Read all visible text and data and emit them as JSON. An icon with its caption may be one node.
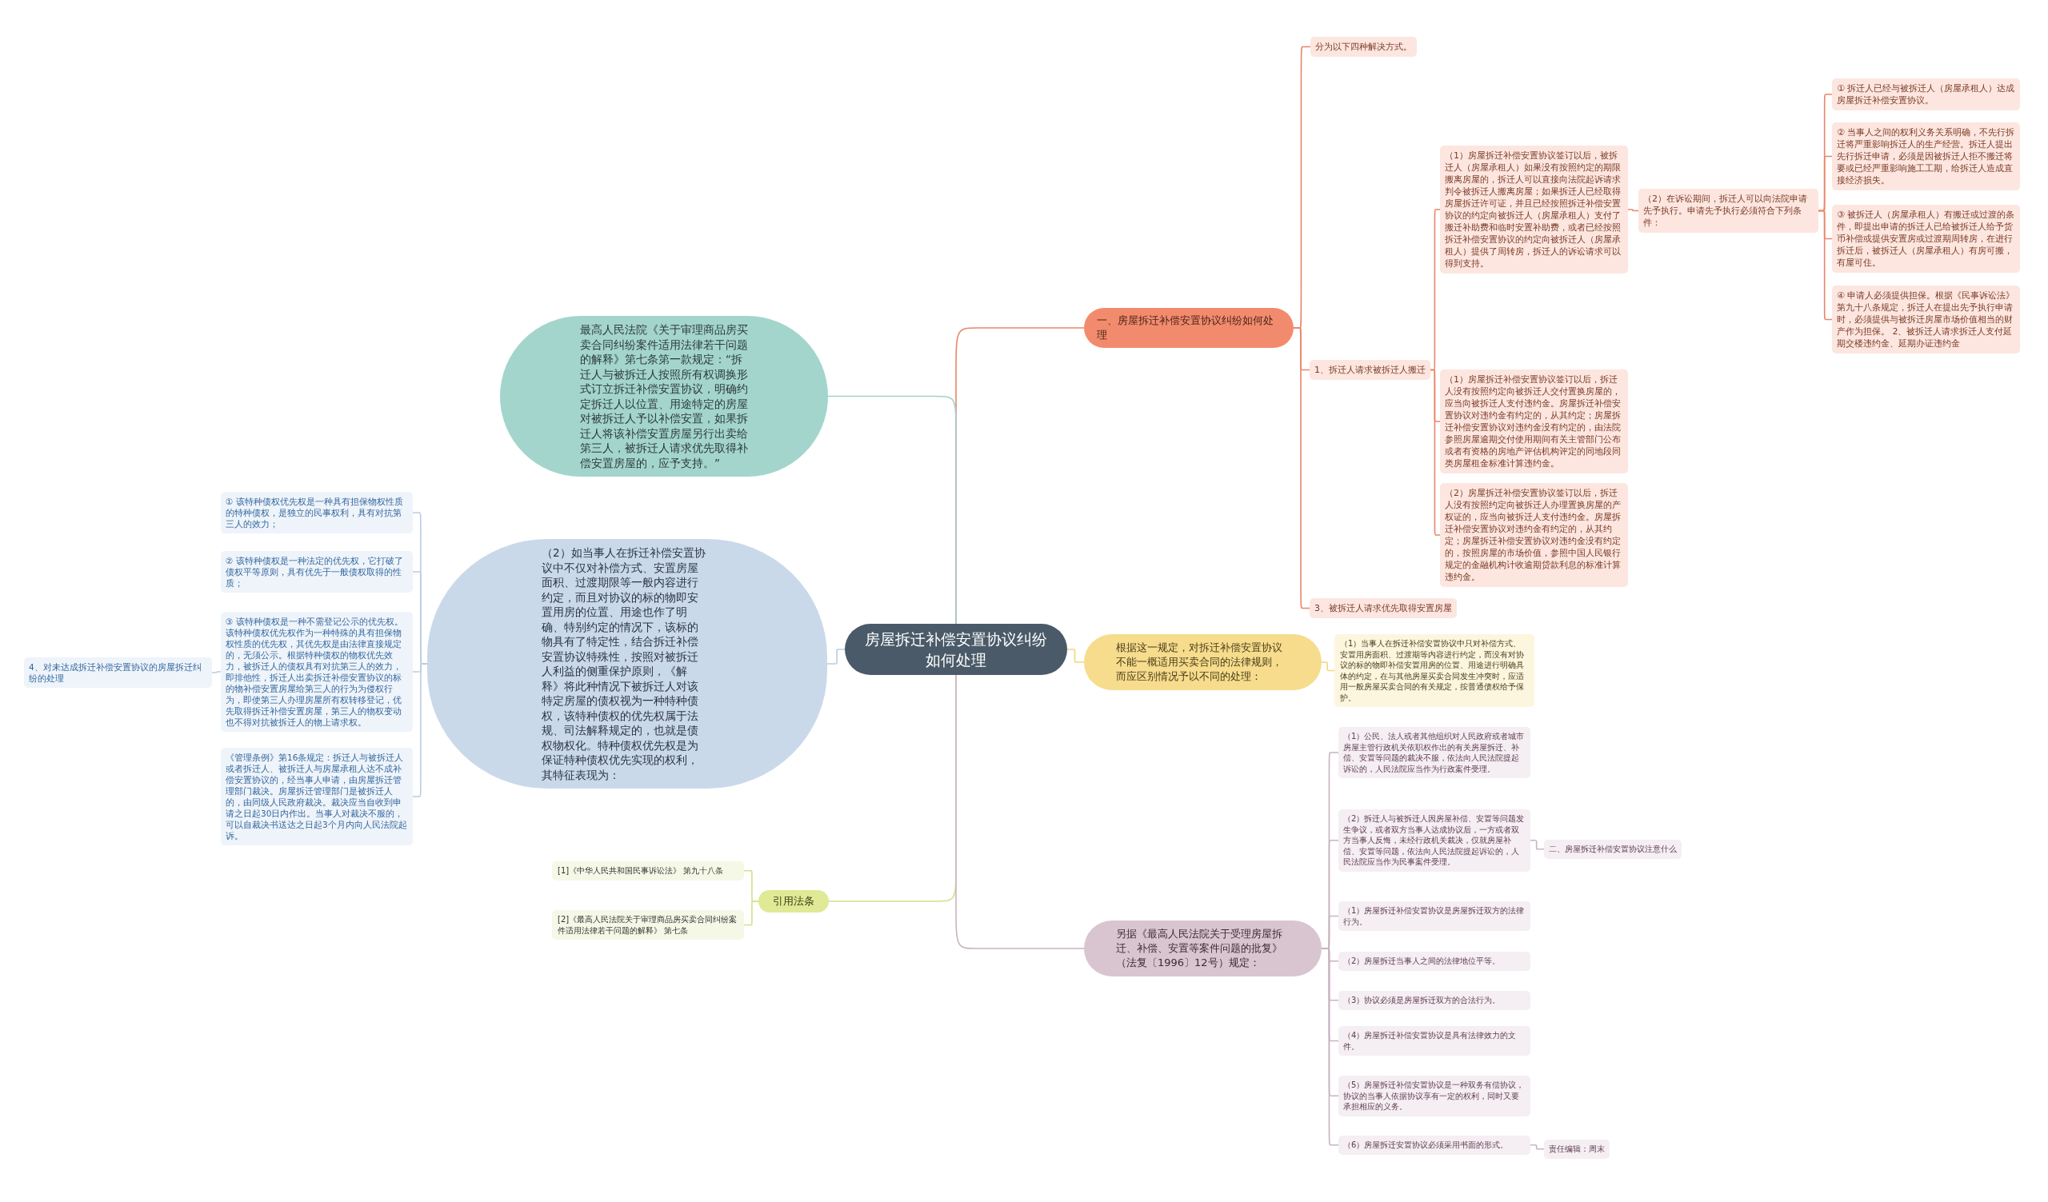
{
  "diagram": {
    "nodes": [
      {
        "text": [
          "房屋拆迁补偿安置协议纠纷如何处理"
        ]
      },
      {
        "text": [
          "一、房屋拆迁补偿安置协议纠纷如何处理"
        ]
      },
      {
        "text": [
          "分为以下四种解决方式。"
        ]
      },
      {
        "text": [
          "1、拆迁人请求被拆迁人搬迁"
        ]
      },
      {
        "text": [
          "（1）房屋拆迁补偿安置协议签订以后，被拆迁人（房屋承租人）如果没有按照约定的期限搬离房屋的，拆迁人可以直接向法院起诉请求判令被拆迁人搬离房屋；如果拆迁人已经取得房屋拆迁许可证，并且已经按照拆迁补偿安置协议的约定向被拆迁人（房屋承租人）支付了搬迁补助费和临时安置补助费，或者已经按照拆迁补偿安置协议的约定向被拆迁人（房屋承租人）提供了周转房，拆迁人的诉讼请求可以得到支持。"
        ]
      },
      {
        "text": [
          "（2）在诉讼期间，拆迁人可以向法院申请先予执行。申请先予执行必须符合下列条件："
        ]
      },
      {
        "text": [
          "① 拆迁人已经与被拆迁人（房屋承租人）达成房屋拆迁补偿安置协议。"
        ]
      },
      {
        "text": [
          "② 当事人之间的权利义务关系明确，不先行拆迁将严重影响拆迁人的生产经营。拆迁人提出先行拆迁申请，必须是因被拆迁人拒不搬迁将要或已经严重影响施工工期，给拆迁人造成直接经济损失。"
        ]
      },
      {
        "text": [
          "③ 被拆迁人（房屋承租人）有搬迁或过渡的条件，即提出申请的拆迁人已给被拆迁人给予货币补偿或提供安置房或过渡期周转房，在进行拆迁后，被拆迁人（房屋承租人）有房可搬，有屋可住。"
        ]
      },
      {
        "text": [
          "④ 申请人必须提供担保。根据《民事诉讼法》第九十八条规定，拆迁人在提出先予执行申请时，必须提供与被拆迁房屋市场价值相当的财产作为担保。 2、被拆迁人请求拆迁人支付延期交楼违约金、延期办证违约金"
        ]
      },
      {
        "text": [
          "（1）房屋拆迁补偿安置协议签订以后，拆迁人没有按照约定向被拆迁人交付置换房屋的，应当向被拆迁人支付违约金。房屋拆迁补偿安置协议对违约金有约定的，从其约定；房屋拆迁补偿安置协议对违约金没有约定的，由法院参照房屋逾期交付使用期间有关主管部门公布或者有资格的房地产评估机构评定的同地段同类房屋租金标准计算违约金。"
        ]
      },
      {
        "text": [
          "（2）房屋拆迁补偿安置协议签订以后，拆迁人没有按照约定向被拆迁人办理置换房屋的产权证的，应当向被拆迁人支付违约金。房屋拆迁补偿安置协议对违约金有约定的，从其约定；房屋拆迁补偿安置协议对违约金没有约定的，按照房屋的市场价值，参照中国人民银行规定的金融机构计收逾期贷款利息的标准计算违约金。"
        ]
      },
      {
        "text": [
          "3、被拆迁人请求优先取得安置房屋"
        ]
      },
      {
        "text": [
          "最高人民法院《关于审理商品房买卖合同纠纷案件适用法律若干问题的解释》第七条第一款规定：“拆迁人与被拆迁人按照所有权调换形式订立拆迁补偿安置协议，明确约定拆迁人以位置、用途特定的房屋对被拆迁人予以补偿安置，如果拆迁人将该补偿安置房屋另行出卖给第三人，被拆迁人请求优先取得补偿安置房屋的，应予支持。”"
        ]
      },
      {
        "text": [
          "（2）如当事人在拆迁补偿安置协议中不仅对补偿方式、安置房屋面积、过渡期限等一般内容进行约定，而且对协议的标的物即安置用房的位置、用途也作了明确、特别约定的情况下，该标的物具有了特定性，结合拆迁补偿安置协议特殊性，按照对被拆迁人利益的侧重保护原则，《解释》将此种情况下被拆迁人对该特定房屋的债权视为一种特种债权，该特种债权的优先权属于法规、司法解释规定的，也就是债权物权化。特种债权优先权是为保证特种债权优先实现的权利，其特征表现为："
        ]
      },
      {
        "text": [
          "① 该特种债权优先权是一种具有担保物权性质的特种债权，是独立的民事权利，具有对抗第三人的效力；"
        ]
      },
      {
        "text": [
          "② 该特种债权是一种法定的优先权，它打破了债权平等原则，具有优先于一般债权取得的性质；"
        ]
      },
      {
        "text": [
          "③ 该特种债权是一种不需登记公示的优先权。该特种债权优先权作为一种特殊的具有担保物权性质的优先权，其优先权是由法律直接规定的，无须公示。根据特种债权的物权优先效力，被拆迁人的债权具有对抗第三人的效力，即排他性，拆迁人出卖拆迁补偿安置协议的标的物补偿安置房屋给第三人的行为为侵权行为，即使第三人办理房屋所有权转移登记，优先取得拆迁补偿安置房屋，第三人的物权变动也不得对抗被拆迁人的物上请求权。"
        ]
      },
      {
        "text": [
          "4、对未达成拆迁补偿安置协议的房屋拆迁纠纷的处理"
        ]
      },
      {
        "text": [
          "《管理条例》第16条规定：拆迁人与被拆迁人或者拆迁人、被拆迁人与房屋承租人达不成补偿安置协议的，经当事人申请，由房屋拆迁管理部门裁决。房屋拆迁管理部门是被拆迁人的，由同级人民政府裁决。裁决应当自收到申请之日起30日内作出。当事人对裁决不服的，可以自裁决书送达之日起3个月内向人民法院起诉。"
        ]
      },
      {
        "text": [
          "引用法条"
        ]
      },
      {
        "text": [
          "[1]《中华人民共和国民事诉讼法》 第九十八条"
        ]
      },
      {
        "text": [
          "[2]《最高人民法院关于审理商品房买卖合同纠纷案件适用法律若干问题的解释》 第七条"
        ]
      },
      {
        "text": [
          "根据这一规定，对拆迁补偿安置协议不能一概适用买卖合同的法律规则，而应区别情况予以不同的处理："
        ]
      },
      {
        "text": [
          "（1）当事人在拆迁补偿安置协议中只对补偿方式、安置用房面积、过渡期等内容进行约定，而没有对协议的标的物即补偿安置用房的位置、用途进行明确具体的约定，在与其他房屋买卖合同发生冲突时，应适用一般房屋买卖合同的有关规定，按普通债权给予保护。"
        ]
      },
      {
        "text": [
          "另据《最高人民法院关于受理房屋拆迁、补偿、安置等案件问题的批复》（法复〔1996〕12号）规定："
        ]
      },
      {
        "text": [
          "（1）公民、法人或者其他组织对人民政府或者城市房屋主管行政机关依职权作出的有关房屋拆迁、补偿、安置等问题的裁决不服，依法向人民法院提起诉讼的，人民法院应当作为行政案件受理。"
        ]
      },
      {
        "text": [
          "（2）拆迁人与被拆迁人因房屋补偿、安置等问题发生争议，或者双方当事人达成协议后，一方或者双方当事人反悔，未经行政机关裁决，仅就房屋补偿、安置等问题，依法向人民法院提起诉讼的，人民法院应当作为民事案件受理。"
        ]
      },
      {
        "text": [
          "二、房屋拆迁补偿安置协议注意什么"
        ]
      },
      {
        "text": [
          "（1）房屋拆迁补偿安置协议是房屋拆迁双方的法律行为。"
        ]
      },
      {
        "text": [
          "（2）房屋拆迁当事人之间的法律地位平等。"
        ]
      },
      {
        "text": [
          "（3）协议必须是房屋拆迁双方的合法行为。"
        ]
      },
      {
        "text": [
          "（4）房屋拆迁补偿安置协议是具有法律效力的文件。"
        ]
      },
      {
        "text": [
          "（5）房屋拆迁补偿安置协议是一种双务有偿协议，协议的当事人依据协议享有一定的权利，同时又要承担相应的义务。"
        ]
      },
      {
        "text": [
          "（6）房屋拆迁安置协议必须采用书面的形式。"
        ]
      },
      {
        "text": [
          "责任编辑：周末"
        ]
      }
    ],
    "edges": [
      {
        "from": 0,
        "to": 1,
        "arrow": "none"
      },
      {
        "from": 0,
        "to": 13,
        "arrow": "none",
        "color": "#9fd3cb"
      },
      {
        "from": 0,
        "to": 14,
        "arrow": "none",
        "color": "#b9cde3"
      },
      {
        "from": 0,
        "to": 20,
        "arrow": "none",
        "color": "#d4e08a"
      },
      {
        "from": 0,
        "to": 23,
        "arrow": "none",
        "color": "#f0d77a"
      },
      {
        "from": 0,
        "to": 25,
        "arrow": "none",
        "color": "#c9b3c1"
      },
      {
        "from": 1,
        "to": 2,
        "arrow": "none"
      },
      {
        "from": 1,
        "to": 3,
        "arrow": "none"
      },
      {
        "from": 1,
        "to": 12,
        "arrow": "none"
      },
      {
        "from": 3,
        "to": 4,
        "arrow": "none"
      },
      {
        "from": 3,
        "to": 10,
        "arrow": "none"
      },
      {
        "from": 3,
        "to": 11,
        "arrow": "none"
      },
      {
        "from": 4,
        "to": 5,
        "arrow": "none"
      },
      {
        "from": 5,
        "to": 6,
        "arrow": "none"
      },
      {
        "from": 5,
        "to": 7,
        "arrow": "none"
      },
      {
        "from": 5,
        "to": 8,
        "arrow": "none"
      },
      {
        "from": 5,
        "to": 9,
        "arrow": "none"
      },
      {
        "from": 14,
        "to": 15,
        "arrow": "none",
        "color": "#b9cde3"
      },
      {
        "from": 14,
        "to": 16,
        "arrow": "none",
        "color": "#b9cde3"
      },
      {
        "from": 14,
        "to": 17,
        "arrow": "none",
        "color": "#b9cde3"
      },
      {
        "from": 14,
        "to": 19,
        "arrow": "none",
        "color": "#b9cde3"
      },
      {
        "from": 17,
        "to": 18,
        "arrow": "none",
        "color": "#b9cde3"
      },
      {
        "from": 20,
        "to": 21,
        "arrow": "none",
        "color": "#d4e08a"
      },
      {
        "from": 20,
        "to": 22,
        "arrow": "none",
        "color": "#d4e08a"
      },
      {
        "from": 23,
        "to": 24,
        "arrow": "none",
        "color": "#f0d77a"
      },
      {
        "from": 25,
        "to": 26,
        "arrow": "none",
        "color": "#c9b3c1"
      },
      {
        "from": 25,
        "to": 27,
        "arrow": "none",
        "color": "#c9b3c1"
      },
      {
        "from": 25,
        "to": 29,
        "arrow": "none",
        "color": "#c9b3c1"
      },
      {
        "from": 25,
        "to": 30,
        "arrow": "none",
        "color": "#c9b3c1"
      },
      {
        "from": 25,
        "to": 31,
        "arrow": "none",
        "color": "#c9b3c1"
      },
      {
        "from": 25,
        "to": 32,
        "arrow": "none",
        "color": "#c9b3c1"
      },
      {
        "from": 25,
        "to": 33,
        "arrow": "none",
        "color": "#c9b3c1"
      },
      {
        "from": 25,
        "to": 34,
        "arrow": "none",
        "color": "#c9b3c1"
      },
      {
        "from": 27,
        "to": 28,
        "arrow": "none",
        "color": "#c9b3c1"
      },
      {
        "from": 34,
        "to": 35,
        "arrow": "none",
        "color": "#c9b3c1"
      }
    ]
  }
}
